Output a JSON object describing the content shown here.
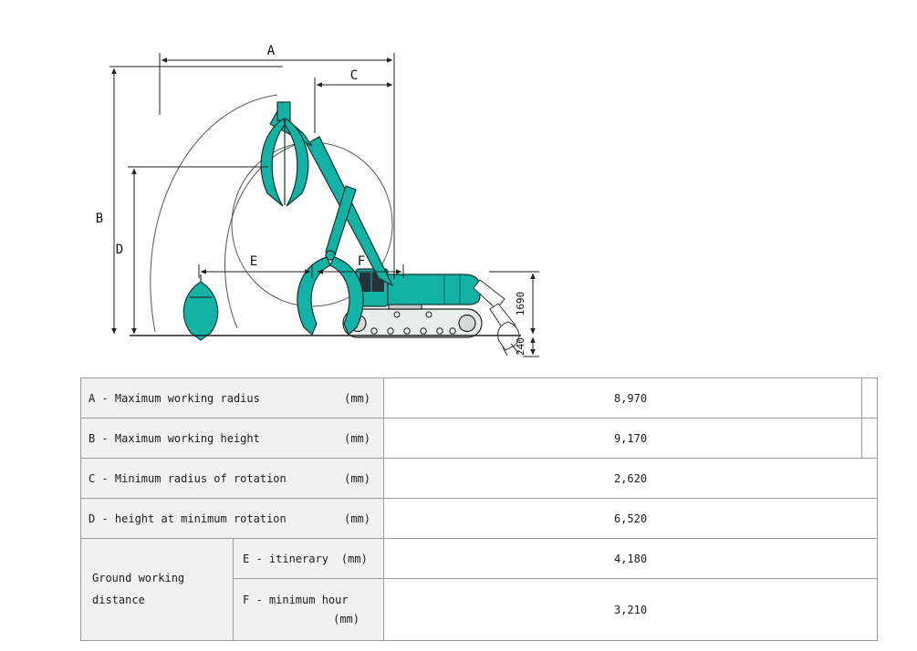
{
  "diagram": {
    "machine_color": "#14b1a5",
    "labels": {
      "a": "A",
      "b": "B",
      "c": "C",
      "d": "D",
      "e": "E",
      "f": "F",
      "h1690": "1690",
      "h240": "240"
    }
  },
  "table": {
    "border_color": "#9b9b9b",
    "label_bg": "#f1f1f1",
    "rows": [
      {
        "label": "A - Maximum working radius",
        "unit": "(mm)",
        "value": "8,970"
      },
      {
        "label": "B - Maximum working height",
        "unit": "(mm)",
        "value": "9,170"
      },
      {
        "label": "C - Minimum radius of rotation",
        "unit": "(mm)",
        "value": "2,620"
      },
      {
        "label": "D - height at minimum rotation",
        "unit": "(mm)",
        "value": "6,520"
      }
    ],
    "group": {
      "label": "Ground working distance",
      "subrows": [
        {
          "label": "E - itinerary",
          "unit": "(mm)",
          "value": "4,180"
        },
        {
          "label": "F - minimum hour",
          "unit": "(mm)",
          "value": "3,210"
        }
      ]
    }
  }
}
